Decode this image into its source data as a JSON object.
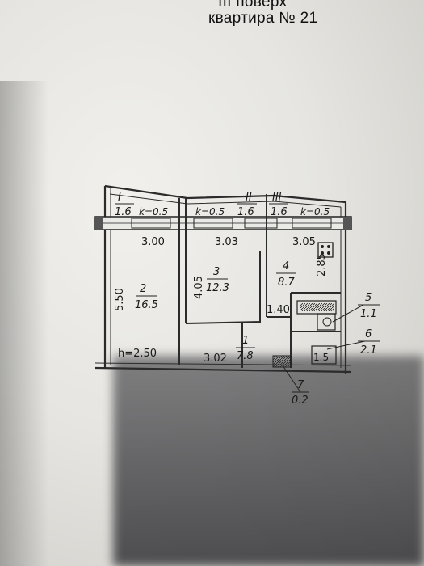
{
  "header": {
    "floor": "III поверх",
    "apartment": "квартира № 21"
  },
  "plan": {
    "ceiling_height": "h=2.50",
    "windows": [
      {
        "roman": "I",
        "area": "1.6",
        "coef": "k=0.5"
      },
      {
        "roman": "II",
        "area": "1.6",
        "coef": "k=0.5"
      },
      {
        "roman": "III",
        "area": "1.6",
        "coef": "k=0.5"
      }
    ],
    "rooms": [
      {
        "num": "2",
        "area": "16.5"
      },
      {
        "num": "3",
        "area": "12.3"
      },
      {
        "num": "4",
        "area": "8.7"
      },
      {
        "num": "1",
        "area": "7.8"
      },
      {
        "num": "5",
        "area": "1.1"
      },
      {
        "num": "6",
        "area": "2.1"
      },
      {
        "num": "7",
        "area": "0.2"
      }
    ],
    "dimensions": {
      "room2_width": "3.00",
      "room3_width": "3.03",
      "room4_width": "3.05",
      "room2_depth": "5.50",
      "room3_depth": "4.05",
      "room4_depth": "2.85",
      "hall_width": "1.40",
      "hall_length": "3.02",
      "bath_width": "1.5"
    }
  }
}
